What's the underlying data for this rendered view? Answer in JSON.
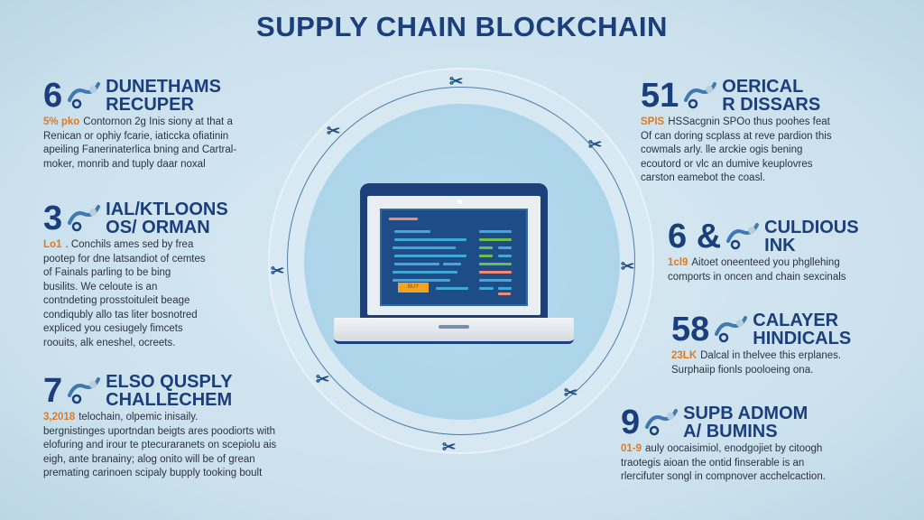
{
  "title": "SUPPLY CHAIN BLOCKCHAIN",
  "colors": {
    "primary": "#1b3f7d",
    "accent": "#e07a22",
    "background": "#cbe1ed",
    "circle": "#a9d2e8"
  },
  "laptop": {
    "button_label": "BUY"
  },
  "left_sections": [
    {
      "number": "6",
      "heading": [
        "DUNETHAMS",
        "RECUPER"
      ],
      "highlight": "5% pko",
      "lines": [
        "Contornon 2g Inis siony at that a",
        "Renican or ophiy fcarie, iaticcka ofiatinin",
        "apeiling Fanerinaterlica bning and Cartral-",
        "moker, monrib and tuply daar noxal"
      ]
    },
    {
      "number": "3",
      "heading": [
        "IAL/KTLOONS",
        "OS/ ORMAN"
      ],
      "highlight": "Lo1",
      "lines": [
        ". Conchils ames sed by frea",
        "pootep for dne latsandiot of cemtes",
        "of Fainals parling to be bing",
        "busilits. We celoute is an",
        "contndeting prosstoituleit beage",
        "condiqubly allo tas liter bosnotred",
        "expliced you cesiugely fimcets",
        "roouits, alk eneshel, ocreets."
      ]
    },
    {
      "number": "7",
      "heading": [
        "ELSO QUSPLY",
        "CHALLECHEM"
      ],
      "highlight": "3,2018",
      "lines": [
        "telochain, olpemic inisaily.",
        "bergnistinges uportndan beigts ares poodiorts with",
        "elofuring and irour te ptecuraranets on scepiolu ais",
        "eigh, ante branainy; alog onito will be of grean",
        "premating carinoen scipaly bupply tooking boult"
      ]
    }
  ],
  "right_sections": [
    {
      "number": "51",
      "heading": [
        "OERICAL",
        "R DISSARS"
      ],
      "highlight": "SPIS",
      "lines": [
        "HSSacgnin SPOo thus poohes feat",
        "Of can doring scplass at reve pardion this",
        "cowmals arly. lle arckie ogis bening",
        "ecoutord or vlc an dumive keuplovres",
        "carston eamebot the coasl."
      ]
    },
    {
      "number": "6 &",
      "heading": [
        "CULDIOUS",
        "INK"
      ],
      "highlight": "1cl9",
      "lines": [
        "Aitoet oneenteed you phgllehing",
        "comports in oncen and chain sexcinals"
      ]
    },
    {
      "number": "58",
      "heading": [
        "CALAYER",
        "HINDICALS"
      ],
      "highlight": "23LK",
      "lines": [
        "Dalcal in thelvee this erplanes.",
        "Surphaiip fionls pooloeing ona."
      ]
    },
    {
      "number": "9",
      "heading": [
        "SUPB ADMOM",
        "A/ BUMINS"
      ],
      "highlight": "01-9",
      "lines": [
        "auly oocaisimiol, enodgojiet by citoogh",
        "traotegis aioan the ontid finserable is an",
        "rlercifuter songl in compnover acchelcaction."
      ]
    }
  ]
}
